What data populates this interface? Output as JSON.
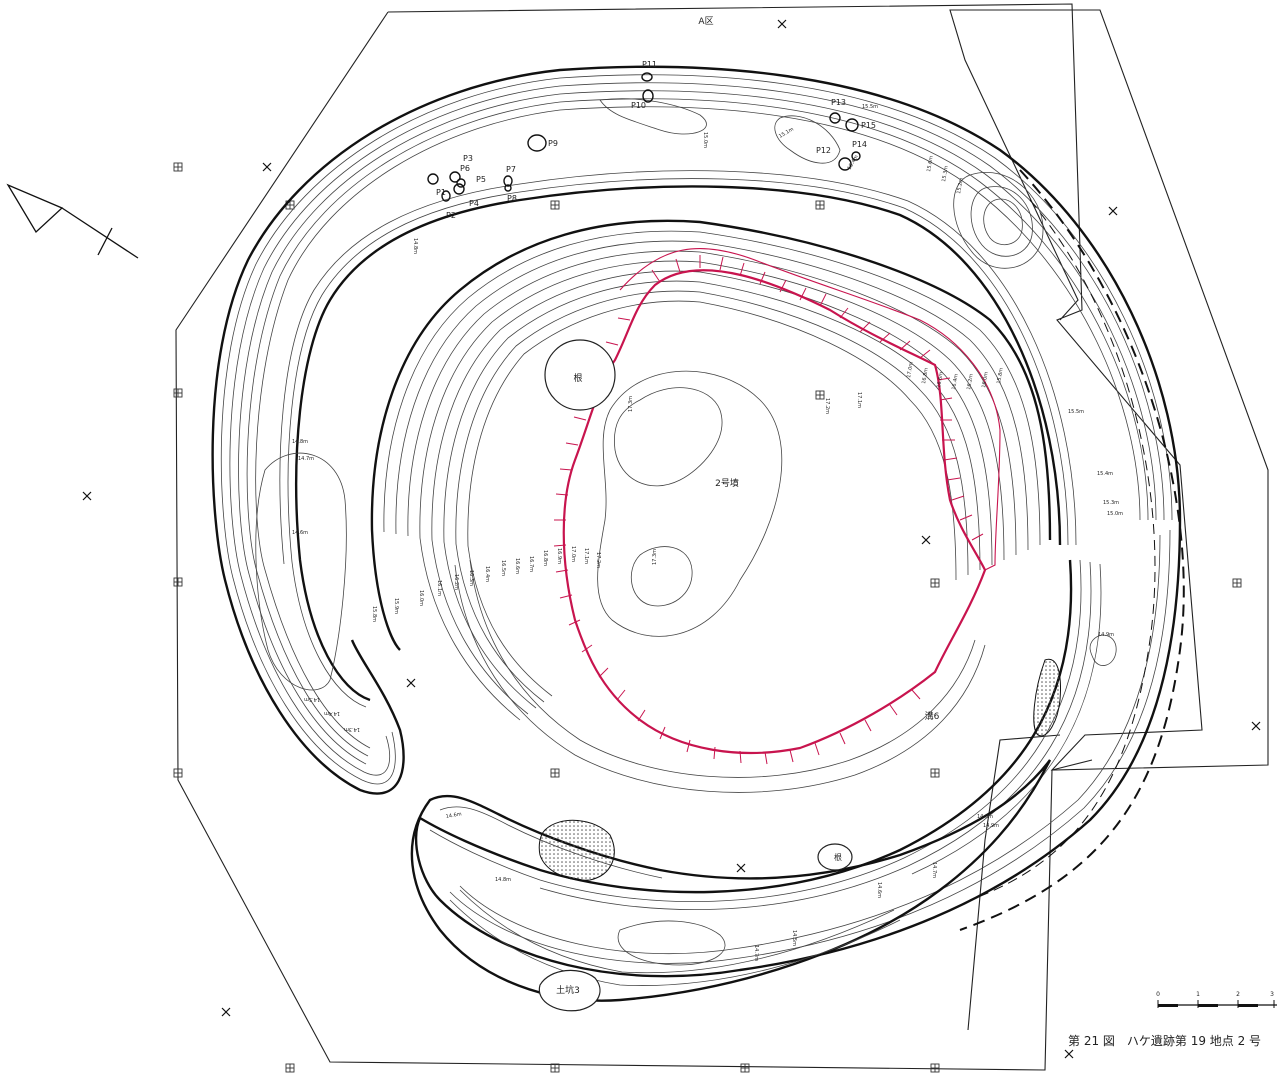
{
  "area_label": "A区",
  "mound_label": "2号墳",
  "ditch_label": "溝6",
  "root_label": "根",
  "pit_label": "土坑3",
  "pits": [
    "P1",
    "P2",
    "P3",
    "P4",
    "P5",
    "P6",
    "P7",
    "P8",
    "P9",
    "P10",
    "P11",
    "P12",
    "P13",
    "P14",
    "P15"
  ],
  "scale_ticks": [
    "0",
    "1",
    "2",
    "3"
  ],
  "caption": "第 21 図　ハケ遺跡第 19 地点 2 号",
  "elevation_labels": {
    "top_north": [
      "15.6m",
      "15.5m",
      "15.4m",
      "15.3m",
      "15.2m",
      "15.1m",
      "15.0m"
    ],
    "west": [
      "14.8m",
      "14.7m",
      "14.6m",
      "14.5m",
      "14.4m",
      "14.3m"
    ],
    "mound_slope": [
      "17.2m",
      "17.1m",
      "17.0m",
      "16.9m",
      "16.8m",
      "16.7m",
      "16.6m",
      "16.5m",
      "16.4m",
      "16.3m",
      "16.2m",
      "16.1m",
      "16.0m",
      "15.9m",
      "15.8m",
      "15.7m"
    ],
    "summit": [
      "17.3m"
    ],
    "east": [
      "15.5m",
      "15.4m",
      "15.3m",
      "15.0m",
      "14.9m"
    ],
    "south": [
      "14.9m",
      "14.8m",
      "14.7m",
      "14.6m",
      "14.5m"
    ]
  },
  "colors": {
    "mound_outline": "#c8144e",
    "ink": "#111111"
  }
}
